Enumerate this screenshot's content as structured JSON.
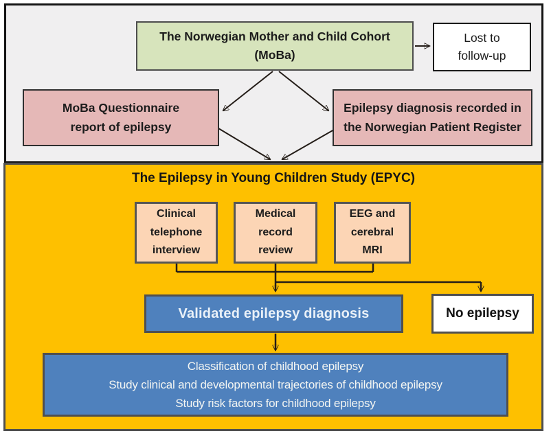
{
  "colors": {
    "canvas_bg": "#ffffff",
    "top_panel_bg": "#f0eff0",
    "top_panel_border": "#141414",
    "orange_panel_bg": "#fec000",
    "panel_border_dark": "#4f4f4f",
    "green_box_bg": "#d7e4bc",
    "pink_box_bg": "#e5b8b7",
    "peach_box_bg": "#fcd5b5",
    "blue_box_bg": "#4f81bd",
    "white_box_bg": "#ffffff",
    "arrow_color": "#241d18",
    "text_dark": "#1c1c1c",
    "text_light": "#eaf1f8"
  },
  "top_section": {
    "cohort_box": "The Norwegian Mother and Child Cohort\n(MoBa)",
    "lost_box": "Lost to\nfollow-up",
    "questionnaire_box": "MoBa Questionnaire\nreport of epilepsy",
    "register_box": "Epilepsy diagnosis recorded in\nthe Norwegian Patient Register"
  },
  "epyc_section": {
    "title": "The Epilepsy in Young Children Study (EPYC)",
    "method_boxes": [
      {
        "label": "Clinical\ntelephone\ninterview"
      },
      {
        "label": "Medical\nrecord\nreview"
      },
      {
        "label": "EEG and\ncerebral\nMRI"
      }
    ],
    "validated_box": "Validated epilepsy diagnosis",
    "no_epilepsy_box": "No epilepsy",
    "goals_box": "Classification of childhood epilepsy\nStudy clinical and developmental trajectories of childhood epilepsy\nStudy risk factors for childhood epilepsy"
  }
}
